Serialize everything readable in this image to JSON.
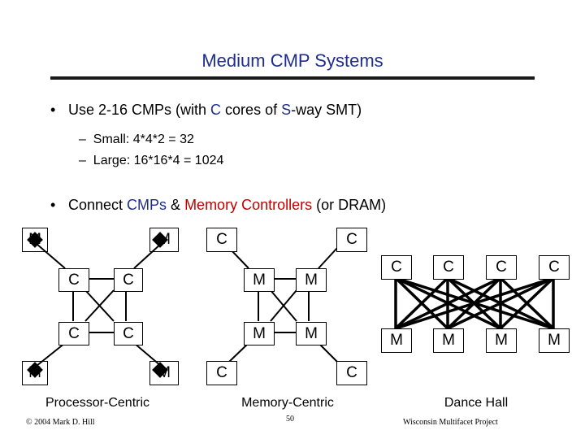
{
  "slide": {
    "title": "Medium CMP Systems",
    "bullet1": {
      "pre": "Use 2-16 CMPs (with ",
      "c": "C",
      "mid": " cores of ",
      "s": "S",
      "post": "-way SMT)"
    },
    "sub1": "Small: 4*4*2 = 32",
    "sub2": "Large: 16*16*4 = 1024",
    "bullet2": {
      "pre": "Connect ",
      "cmps": "CMPs",
      "amp": " & ",
      "mc": "Memory Controllers",
      "post": " (or DRAM)"
    },
    "dash": "–",
    "bullet_char": "•"
  },
  "diagram": {
    "node_c": "C",
    "node_m": "M",
    "captions": {
      "processor_centric": "Processor-Centric",
      "memory_centric": "Memory-Centric",
      "dance_hall": "Dance Hall"
    }
  },
  "footer": {
    "left": "© 2004 Mark D. Hill",
    "page": "50",
    "right": "Wisconsin Multifacet Project"
  },
  "colors": {
    "title": "#1f2d8c",
    "accent_blue": "#1f2d8c",
    "accent_red": "#c00000"
  }
}
